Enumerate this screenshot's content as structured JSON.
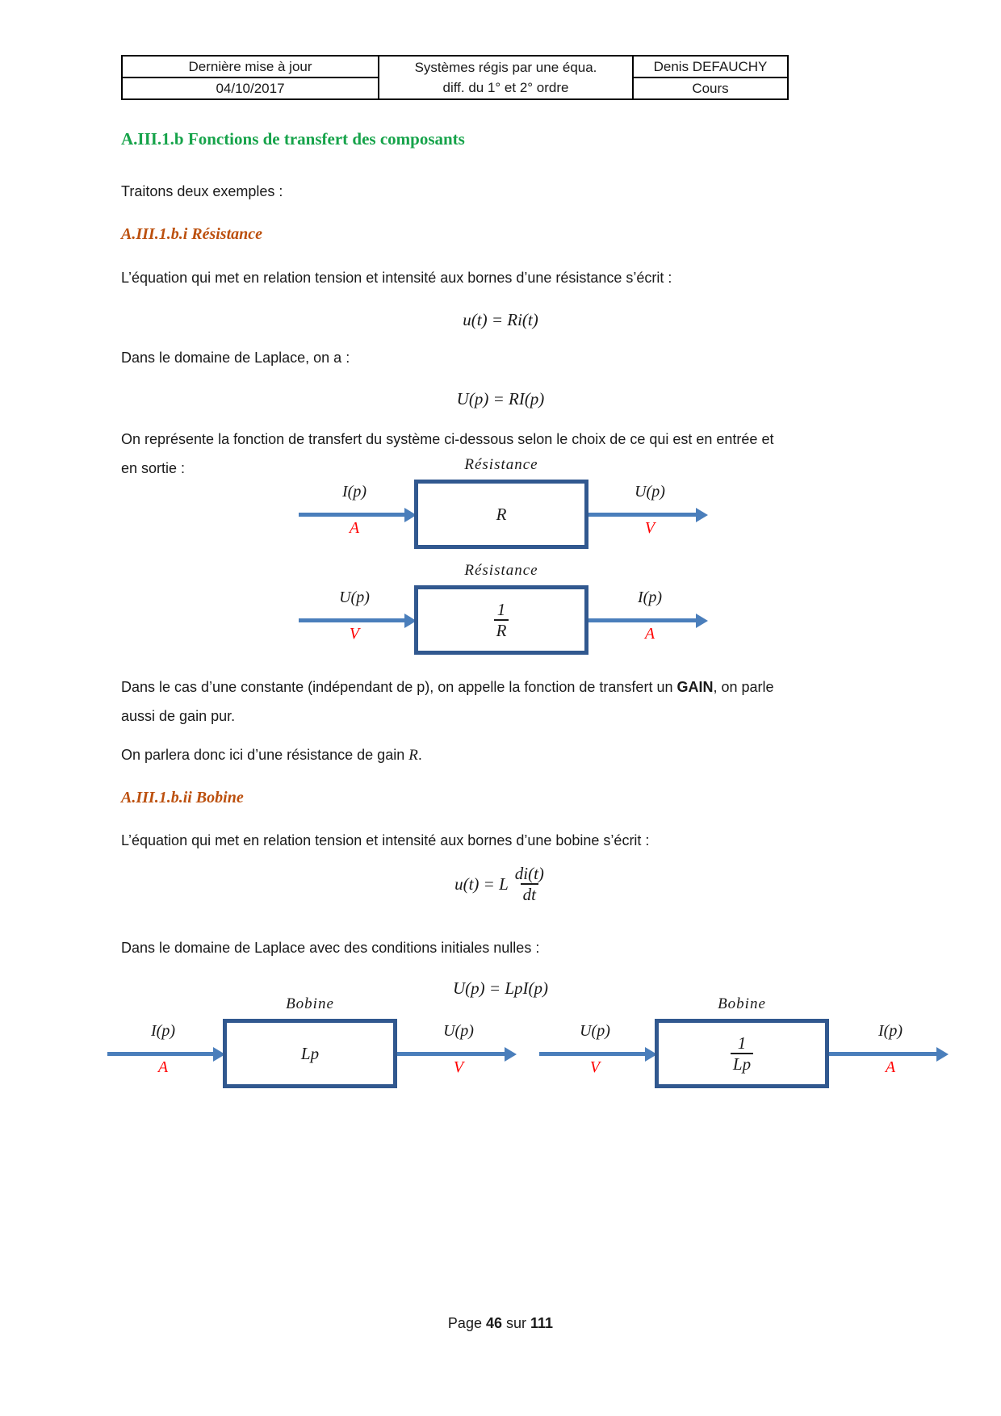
{
  "header_table": {
    "update_label": "Dernière mise à jour",
    "update_date": "04/10/2017",
    "course_title_line1": "Systèmes régis par une équa.",
    "course_title_line2": "diff. du 1° et 2° ordre",
    "author": "Denis DEFAUCHY",
    "doc_type": "Cours"
  },
  "content": {
    "section_heading": "A.III.1.b Fonctions de transfert des composants",
    "intro": "Traitons deux exemples :",
    "resistance": {
      "heading": "A.III.1.b.i Résistance",
      "p1": "L’équation qui met en relation tension et intensité aux bornes d’une résistance s’écrit :",
      "eq_time": "u(t) = Ri(t)",
      "p2": "Dans le domaine de Laplace, on a :",
      "eq_laplace": "U(p) = RI(p)",
      "p3_line1": "On représente la fonction de transfert du système ci-dessous selon le choix de ce qui est en entrée et",
      "p3_line2": "en sortie :",
      "gain_line1_pre": "Dans le cas d’une constante (indépendant de p), on appelle la fonction de transfert un ",
      "gain_bold": "GAIN",
      "gain_line1_post": ", on parle",
      "gain_line2": "aussi de gain pur.",
      "p5_pre": "On parlera donc ici d’une résistance de gain ",
      "p5_math": "R",
      "p5_post": "."
    },
    "bobine": {
      "heading": "A.III.1.b.ii Bobine",
      "p1": "L’équation qui met en relation tension et intensité aux bornes d’une bobine s’écrit :",
      "eq_time_pre": "u(t) = L",
      "eq_time_num": "di(t)",
      "eq_time_den": "dt",
      "p2": "Dans le domaine de Laplace avec des conditions initiales nulles :",
      "eq_laplace": "U(p) = LpI(p)"
    }
  },
  "diagrams": [
    {
      "title": "Résistance",
      "gain": "R",
      "in_top": "I(p)",
      "in_bot": "A",
      "out_top": "U(p)",
      "out_bot": "V"
    },
    {
      "title": "Résistance",
      "num": "1",
      "den": "R",
      "in_top": "U(p)",
      "in_bot": "V",
      "out_top": "I(p)",
      "out_bot": "A"
    },
    {
      "title": "Bobine",
      "gain": "Lp",
      "in_top": "I(p)",
      "in_bot": "A",
      "out_top": "U(p)",
      "out_bot": "V"
    },
    {
      "title": "Bobine",
      "num": "1",
      "den": "Lp",
      "in_top": "U(p)",
      "in_bot": "V",
      "out_top": "I(p)",
      "out_bot": "A"
    }
  ],
  "footer": {
    "pre": "Page ",
    "page": "46",
    "mid": " sur ",
    "total": "111"
  },
  "colors": {
    "heading_green": "#16A34A",
    "heading_brown": "#BC500E",
    "box_border_blue": "#31588F",
    "arrow_blue": "#4A7EBB",
    "unit_red": "#FF0000"
  }
}
